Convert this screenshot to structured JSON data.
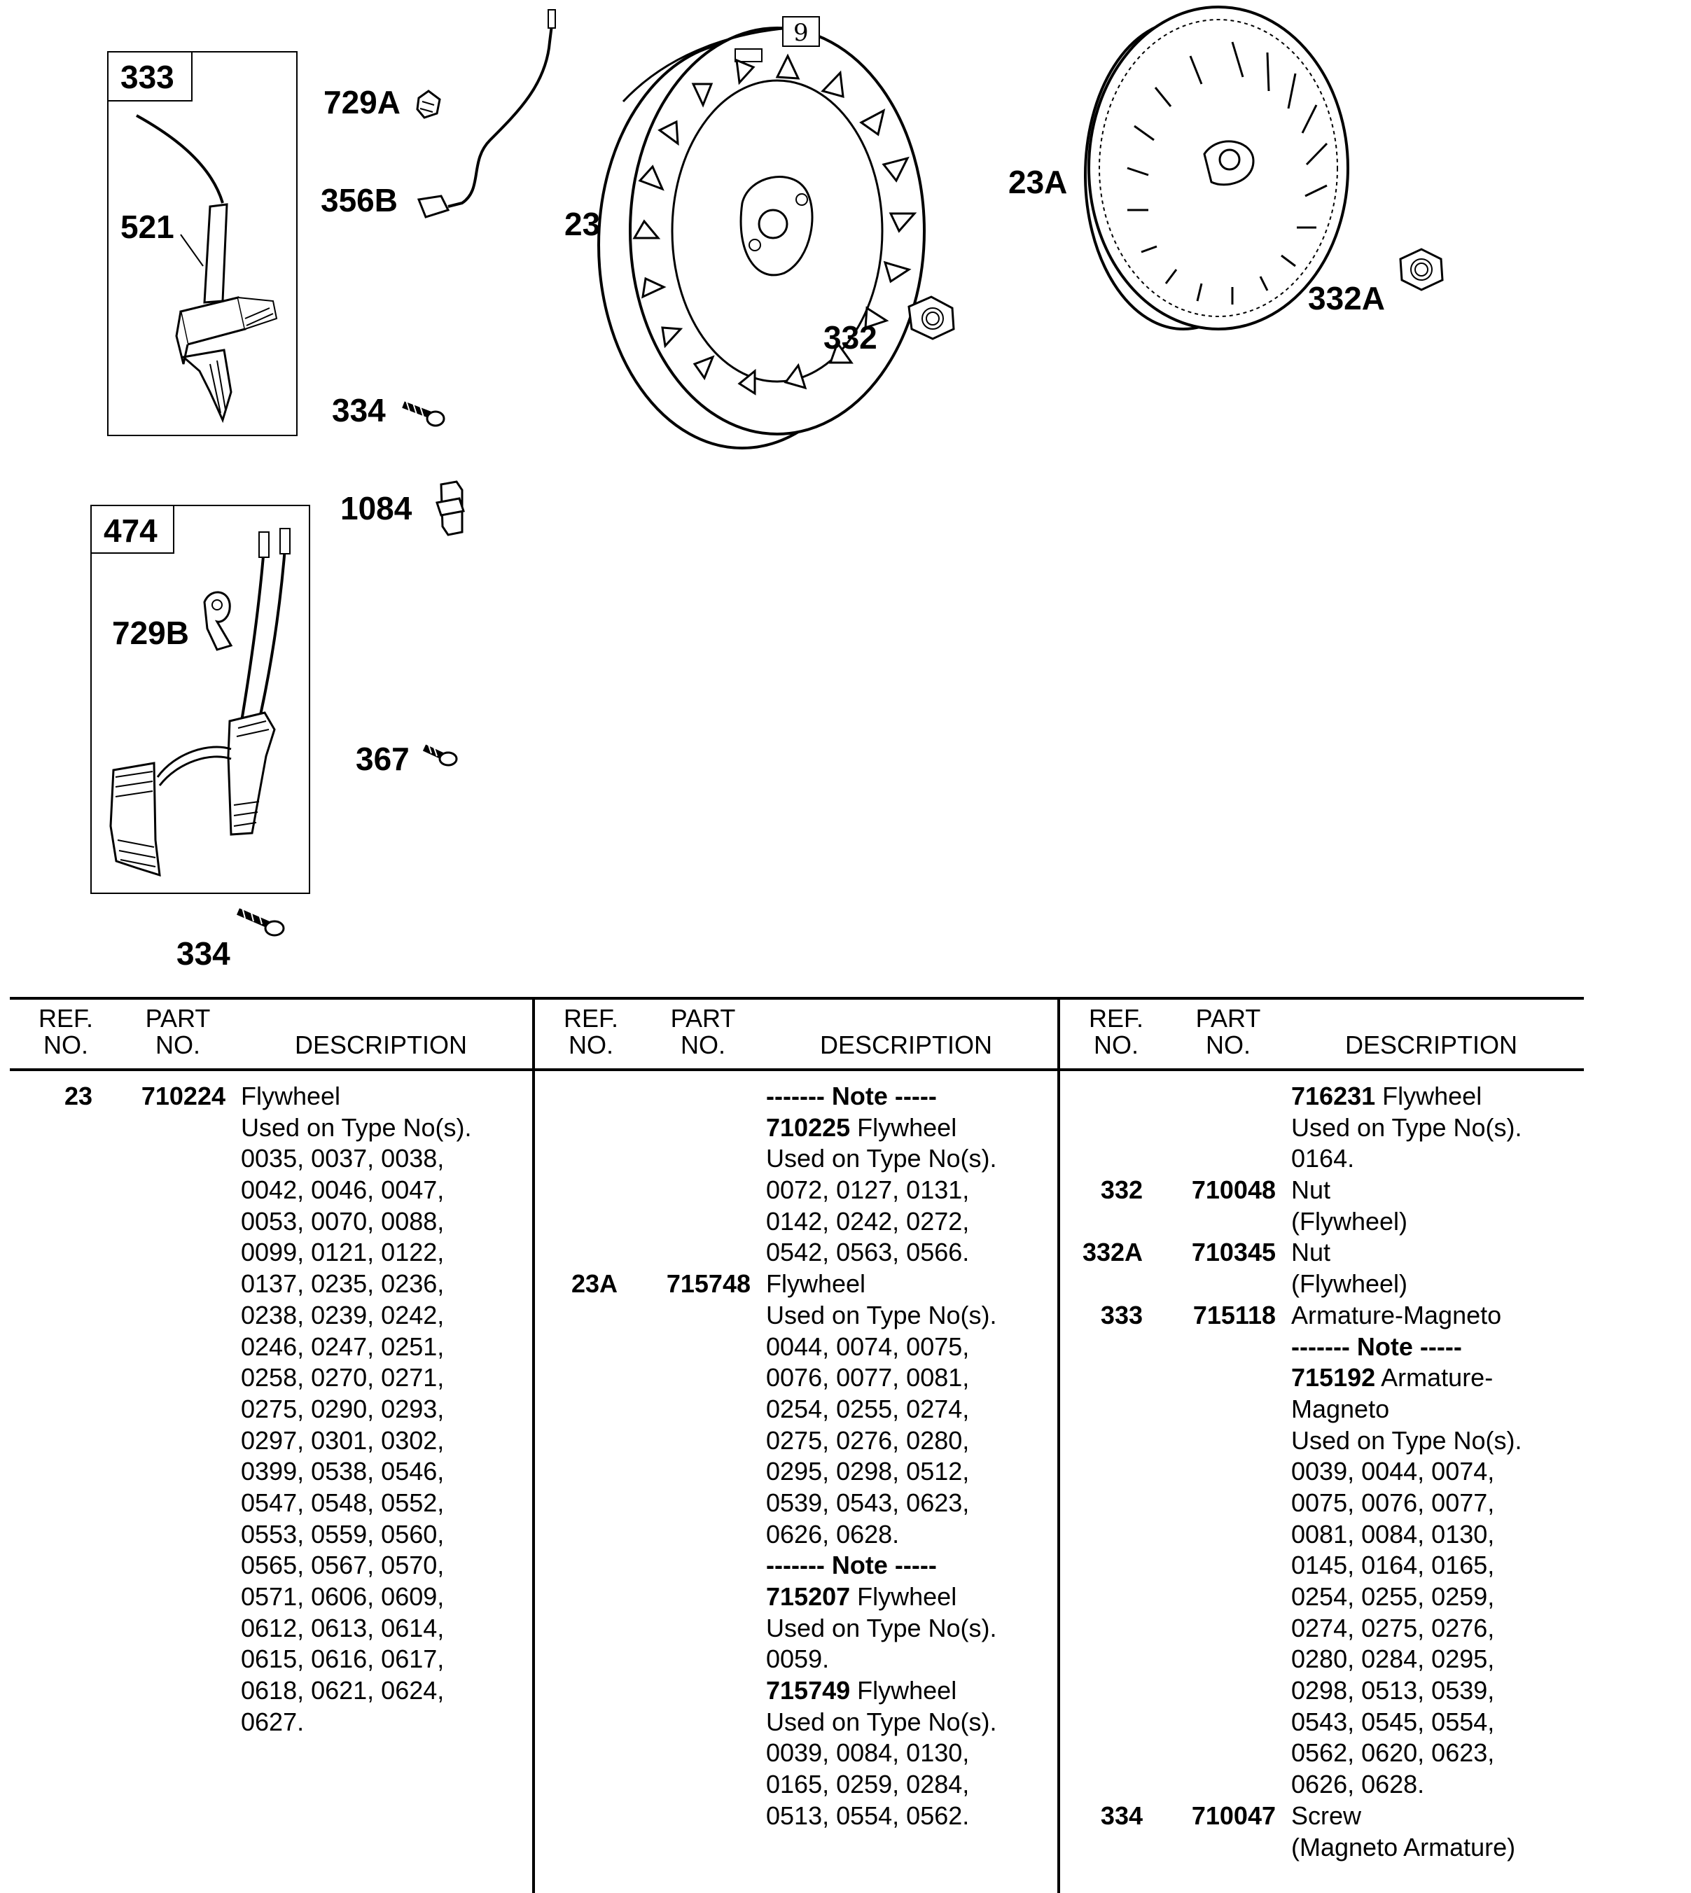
{
  "page_number": "9",
  "diagram": {
    "callouts": {
      "c333": "333",
      "c521": "521",
      "c729a": "729A",
      "c356b": "356B",
      "c334a": "334",
      "c1084": "1084",
      "c474": "474",
      "c729b": "729B",
      "c367": "367",
      "c334b": "334",
      "c23": "23",
      "c332": "332",
      "c23a": "23A",
      "c332a": "332A"
    }
  },
  "table": {
    "headers": {
      "ref_line1": "REF.",
      "ref_line2": "NO.",
      "part_line1": "PART",
      "part_line2": "NO.",
      "description": "DESCRIPTION"
    },
    "columns": [
      [
        {
          "ref": "23",
          "part": "710224",
          "desc": "Flywheel"
        },
        {
          "desc": "Used on Type No(s)."
        },
        {
          "desc": "0035, 0037, 0038,"
        },
        {
          "desc": "0042, 0046, 0047,"
        },
        {
          "desc": "0053, 0070, 0088,"
        },
        {
          "desc": "0099, 0121, 0122,"
        },
        {
          "desc": "0137, 0235, 0236,"
        },
        {
          "desc": "0238, 0239, 0242,"
        },
        {
          "desc": "0246, 0247, 0251,"
        },
        {
          "desc": "0258, 0270, 0271,"
        },
        {
          "desc": "0275, 0290, 0293,"
        },
        {
          "desc": "0297, 0301, 0302,"
        },
        {
          "desc": "0399, 0538, 0546,"
        },
        {
          "desc": "0547, 0548, 0552,"
        },
        {
          "desc": "0553, 0559, 0560,"
        },
        {
          "desc": "0565, 0567, 0570,"
        },
        {
          "desc": "0571, 0606, 0609,"
        },
        {
          "desc": "0612, 0613, 0614,"
        },
        {
          "desc": "0615, 0616, 0617,"
        },
        {
          "desc": "0618, 0621, 0624,"
        },
        {
          "desc": "0627."
        }
      ],
      [
        {
          "bold": "------- Note -----"
        },
        {
          "bold": "710225",
          "desc": " Flywheel"
        },
        {
          "desc": "Used on Type No(s)."
        },
        {
          "desc": "0072, 0127, 0131,"
        },
        {
          "desc": "0142, 0242, 0272,"
        },
        {
          "desc": "0542, 0563, 0566."
        },
        {
          "ref": "23A",
          "part": "715748",
          "desc": "Flywheel"
        },
        {
          "desc": "Used on Type No(s)."
        },
        {
          "desc": "0044, 0074, 0075,"
        },
        {
          "desc": "0076, 0077, 0081,"
        },
        {
          "desc": "0254, 0255, 0274,"
        },
        {
          "desc": "0275, 0276, 0280,"
        },
        {
          "desc": "0295, 0298, 0512,"
        },
        {
          "desc": "0539, 0543, 0623,"
        },
        {
          "desc": "0626, 0628."
        },
        {
          "bold": "------- Note -----"
        },
        {
          "bold": "715207",
          "desc": " Flywheel"
        },
        {
          "desc": "Used on Type No(s)."
        },
        {
          "desc": "0059."
        },
        {
          "bold": "715749",
          "desc": " Flywheel"
        },
        {
          "desc": "Used on Type No(s)."
        },
        {
          "desc": "0039, 0084, 0130,"
        },
        {
          "desc": "0165, 0259, 0284,"
        },
        {
          "desc": "0513, 0554, 0562."
        }
      ],
      [
        {
          "bold": "716231",
          "desc": " Flywheel"
        },
        {
          "desc": "Used on Type No(s)."
        },
        {
          "desc": "0164."
        },
        {
          "ref": "332",
          "part": "710048",
          "desc": "Nut"
        },
        {
          "desc": "(Flywheel)"
        },
        {
          "ref": "332A",
          "part": "710345",
          "desc": "Nut"
        },
        {
          "desc": "(Flywheel)"
        },
        {
          "ref": "333",
          "part": "715118",
          "desc": "Armature-Magneto"
        },
        {
          "bold": "------- Note -----"
        },
        {
          "bold": "715192",
          "desc": " Armature-"
        },
        {
          "desc": "Magneto"
        },
        {
          "desc": "Used on Type No(s)."
        },
        {
          "desc": "0039, 0044, 0074,"
        },
        {
          "desc": "0075, 0076, 0077,"
        },
        {
          "desc": "0081, 0084, 0130,"
        },
        {
          "desc": "0145, 0164, 0165,"
        },
        {
          "desc": "0254, 0255, 0259,"
        },
        {
          "desc": "0274, 0275, 0276,"
        },
        {
          "desc": "0280, 0284, 0295,"
        },
        {
          "desc": "0298, 0513, 0539,"
        },
        {
          "desc": "0543, 0545, 0554,"
        },
        {
          "desc": "0562, 0620, 0623,"
        },
        {
          "desc": "0626, 0628."
        },
        {
          "ref": "334",
          "part": "710047",
          "desc": "Screw"
        },
        {
          "desc": "(Magneto Armature)"
        }
      ]
    ]
  }
}
